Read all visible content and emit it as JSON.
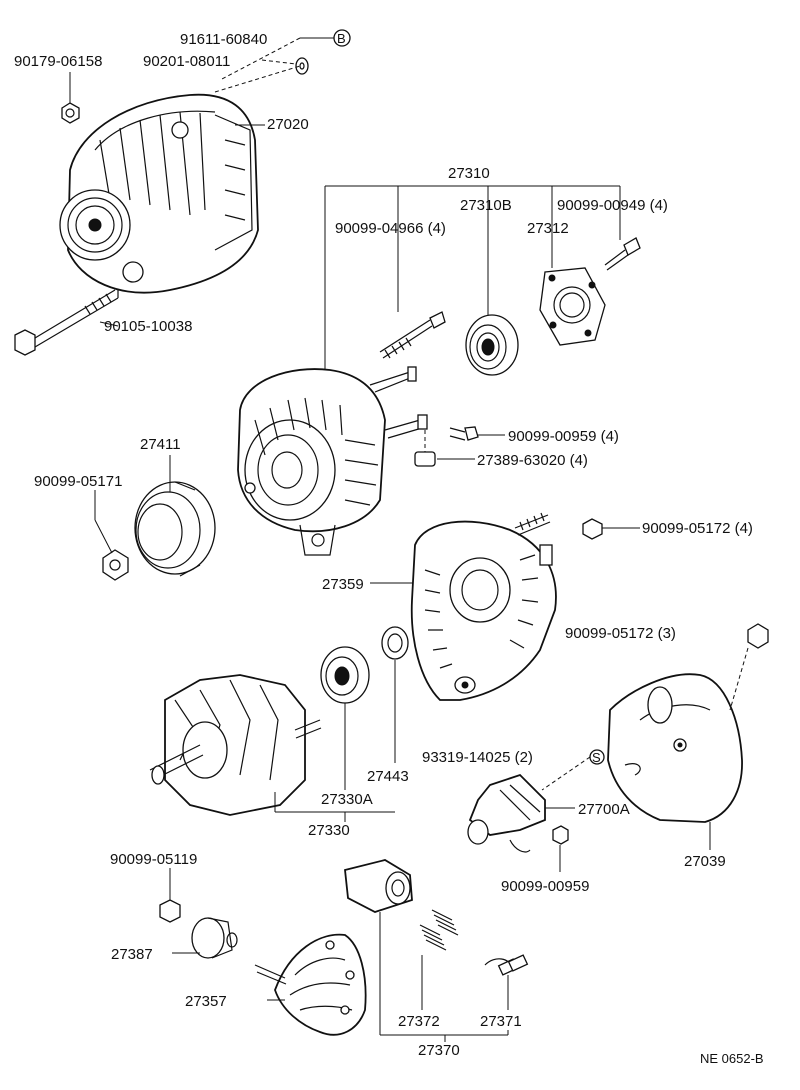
{
  "diagram_id": "NE 0652-B",
  "labels": {
    "p91611_60840": "91611-60840",
    "p90179_06158": "90179-06158",
    "p90201_08011": "90201-08011",
    "p27020": "27020",
    "p27310": "27310",
    "p27310B": "27310B",
    "p90099_00949": "90099-00949 (4)",
    "p90099_04966": "90099-04966 (4)",
    "p27312": "27312",
    "p90105_10038": "90105-10038",
    "p90099_00959_4": "90099-00959 (4)",
    "p27389_63020": "27389-63020 (4)",
    "p27411": "27411",
    "p90099_05171": "90099-05171",
    "p90099_05172_4": "90099-05172 (4)",
    "p27359": "27359",
    "p90099_05172_3": "90099-05172 (3)",
    "p27443": "27443",
    "p27330A": "27330A",
    "p27330": "27330",
    "p93319_14025": "93319-14025 (2)",
    "p27700A": "27700A",
    "p27039": "27039",
    "p90099_00959": "90099-00959",
    "p90099_05119": "90099-05119",
    "p27387": "27387",
    "p27357": "27357",
    "p27372": "27372",
    "p27371": "27371",
    "p27370": "27370"
  },
  "markers": {
    "b": "B",
    "s": "S"
  }
}
